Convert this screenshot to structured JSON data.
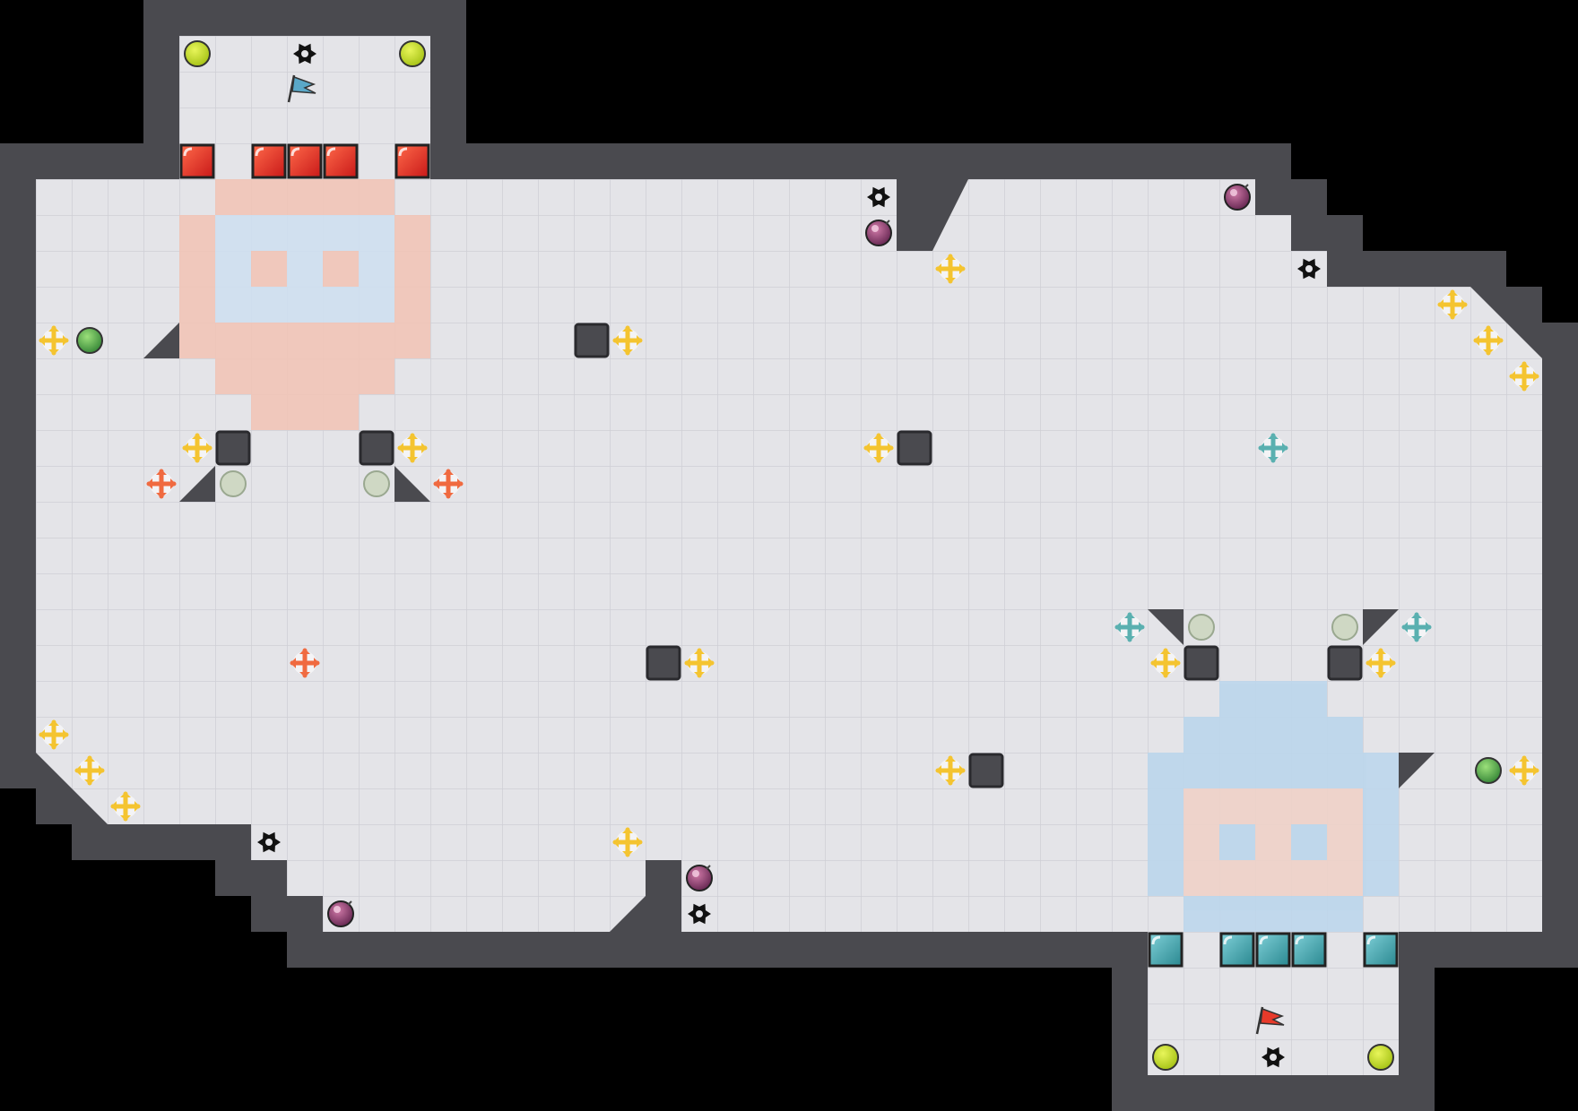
{
  "game": {
    "type": "top-down capture-the-flag arena",
    "colors": {
      "background": "#000000",
      "wall": "#4a4a4f",
      "floor": "#e4e4e8",
      "grid": "#d0d0d6",
      "red_base": "#f2c6b8",
      "blue_base": "#bcd6ec",
      "boost": "#f4c430",
      "red_tile": "#e83a2a",
      "blue_tile": "#3aa0a8",
      "bomb": "#8a3c6a",
      "mine": "#111111"
    },
    "entities": {
      "flags": [
        {
          "team": "blue",
          "icon": "flag-icon"
        },
        {
          "team": "red",
          "icon": "flag-icon"
        }
      ],
      "boost_icon": "boost-arrows-icon",
      "bomb_icon": "bomb-icon",
      "spike_icon": "spike-mine-icon",
      "powerup_icon": "powerup-orb-icon",
      "gate_icon": "gate-tile-icon",
      "button_icon": "button-pad-icon"
    }
  }
}
